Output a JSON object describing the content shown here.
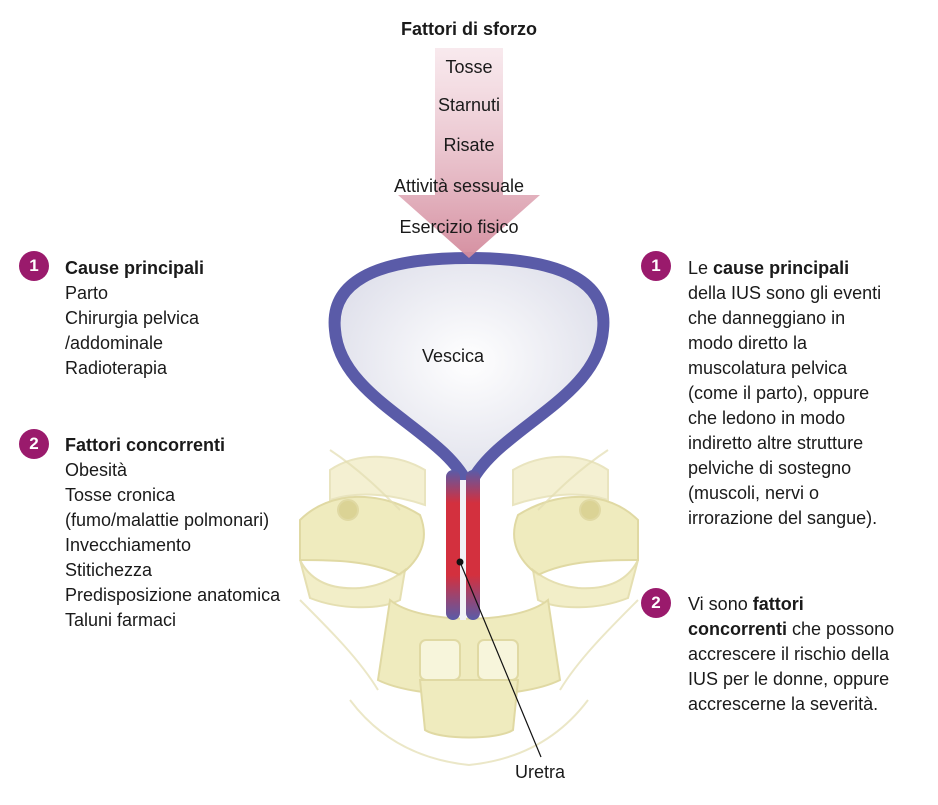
{
  "stress_factors": {
    "title": "Fattori di sforzo",
    "items": [
      "Tosse",
      "Starnuti",
      "Risate",
      "Attività sessuale",
      "Esercizio fisico"
    ]
  },
  "left": {
    "primary": {
      "badge": "1",
      "heading": "Cause principali",
      "items": [
        "Parto",
        "Chirurgia pelvica",
        "/addominale",
        "Radioterapia"
      ]
    },
    "contributing": {
      "badge": "2",
      "heading": "Fattori concorrenti",
      "items": [
        "Obesità",
        "Tosse cronica",
        "(fumo/malattie polmonari)",
        "Invecchiamento",
        "Stitichezza",
        "Predisposizione anatomica",
        "Taluni farmaci"
      ]
    }
  },
  "labels": {
    "bladder": "Vescica",
    "urethra": "Uretra"
  },
  "right": {
    "primary": {
      "badge": "1",
      "pre": "Le ",
      "bold": "cause principali",
      "lines": [
        "della IUS sono gli eventi",
        "che danneggiano in",
        "modo diretto la",
        "muscolatura pelvica",
        "(come il parto), oppure",
        "che ledono in modo",
        "indiretto altre strutture",
        "pelviche di sostegno",
        "(muscoli, nervi o",
        "irrorazione del sangue)."
      ]
    },
    "contributing": {
      "badge": "2",
      "pre": "Vi sono ",
      "bold1": "fattori",
      "bold2": "concorrenti",
      "post2": " che possono",
      "lines": [
        "accrescere il rischio della",
        "IUS per le donne, oppure",
        "accrescerne la severità."
      ]
    }
  },
  "colors": {
    "badge": "#9a1a6c",
    "bladder_wall": "#5a5ba8",
    "urethra_red": "#d3303e",
    "arrow": "#d69aa8",
    "pelvis": "#e6df9e"
  }
}
